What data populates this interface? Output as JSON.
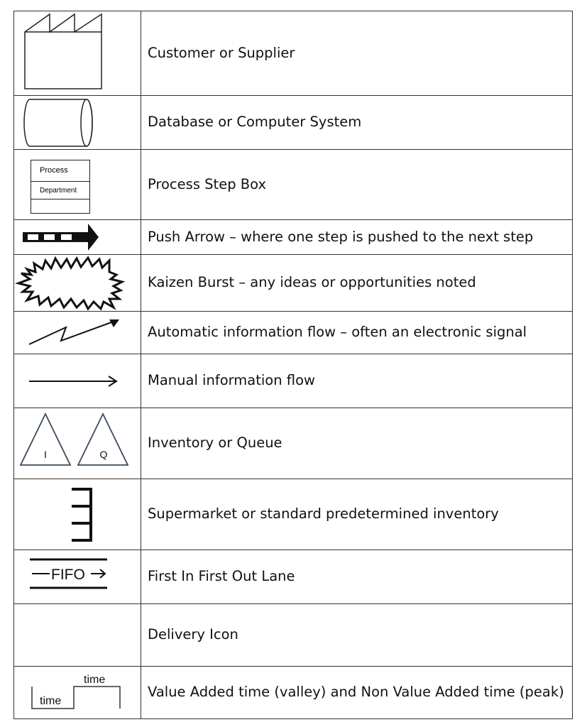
{
  "rows": [
    {
      "id": "customer",
      "icon": "factory-icon",
      "label": "Customer or Supplier"
    },
    {
      "id": "database",
      "icon": "cylinder-icon",
      "label": "Database or Computer System"
    },
    {
      "id": "process",
      "icon": "process-box-icon",
      "label": "Process Step Box",
      "icon_text_top": "Process",
      "icon_text_bottom": "Department"
    },
    {
      "id": "push",
      "icon": "push-arrow-icon",
      "label": "Push Arrow – where one step is pushed to the next step"
    },
    {
      "id": "kaizen",
      "icon": "kaizen-burst-icon",
      "label": "Kaizen Burst – any ideas or opportunities noted"
    },
    {
      "id": "auto-info",
      "icon": "lightning-arrow-icon",
      "label": "Automatic information flow – often an electronic signal"
    },
    {
      "id": "manual-info",
      "icon": "arrow-right-icon",
      "label": "Manual information flow"
    },
    {
      "id": "inventory",
      "icon": "inventory-triangle-icon",
      "label": "Inventory or Queue",
      "icon_text_left": "I",
      "icon_text_right": "Q"
    },
    {
      "id": "supermarket",
      "icon": "supermarket-icon",
      "label": "Supermarket or standard predetermined inventory"
    },
    {
      "id": "fifo",
      "icon": "fifo-lane-icon",
      "label": "First In First Out Lane",
      "icon_text": "FIFO"
    },
    {
      "id": "delivery",
      "icon": "delivery-icon",
      "label": "Delivery Icon"
    },
    {
      "id": "timeline",
      "icon": "timeline-icon",
      "label": "Value Added time (valley) and Non Value Added time (peak)",
      "icon_text_peak": "time",
      "icon_text_valley": "time"
    }
  ]
}
